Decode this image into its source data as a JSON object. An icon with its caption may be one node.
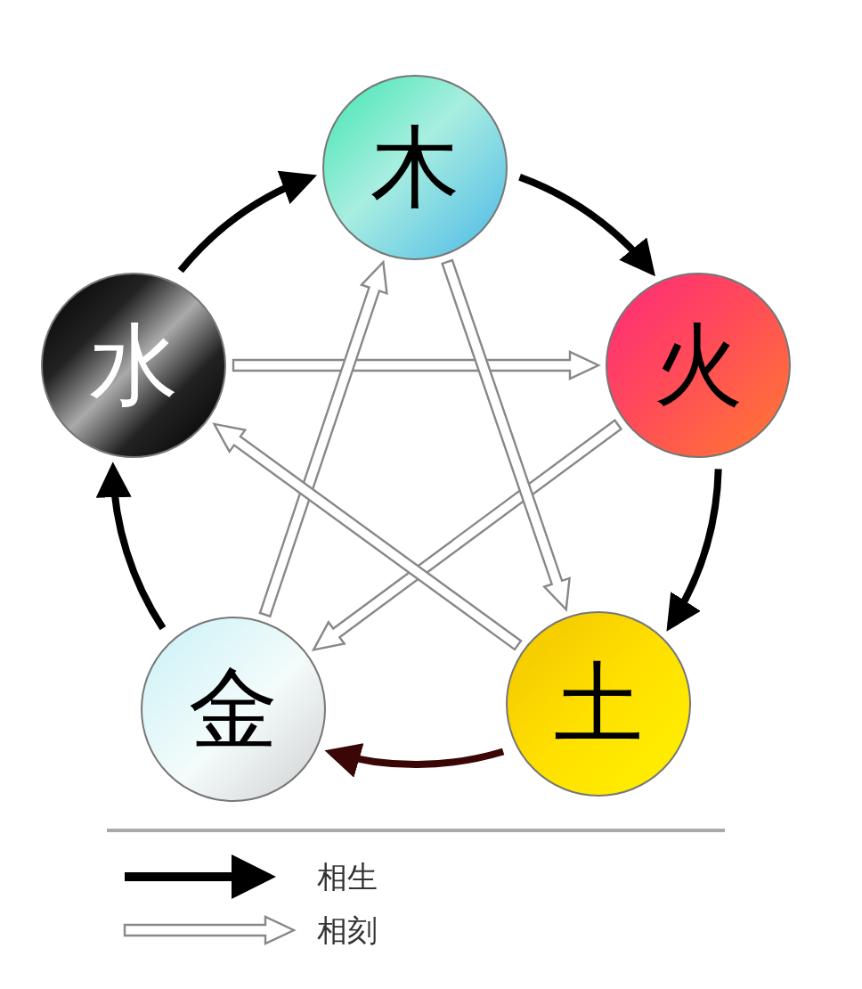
{
  "diagram": {
    "nodes": [
      {
        "text": [
          "木"
        ]
      },
      {
        "text": [
          "火"
        ]
      },
      {
        "text": [
          "土"
        ]
      },
      {
        "text": [
          "金"
        ]
      },
      {
        "text": [
          "水"
        ]
      }
    ],
    "edges": [
      {
        "from": 0,
        "to": 1,
        "arrow": "to"
      },
      {
        "from": 1,
        "to": 2,
        "arrow": "to"
      },
      {
        "from": 2,
        "to": 3,
        "arrow": "to",
        "color": "#3a0606"
      },
      {
        "from": 3,
        "to": 4,
        "arrow": "to"
      },
      {
        "from": 4,
        "to": 0,
        "arrow": "to"
      },
      {
        "from": 4,
        "to": 1,
        "arrow": "to",
        "color": "#ffffff"
      },
      {
        "from": 1,
        "to": 3,
        "arrow": "to",
        "color": "#ffffff"
      },
      {
        "from": 3,
        "to": 0,
        "arrow": "to",
        "color": "#ffffff"
      },
      {
        "from": 0,
        "to": 2,
        "arrow": "to",
        "color": "#ffffff"
      },
      {
        "from": 2,
        "to": 4,
        "arrow": "to",
        "color": "#ffffff"
      }
    ],
    "legend": [
      {
        "text": "相生"
      },
      {
        "text": "相刻"
      }
    ]
  }
}
